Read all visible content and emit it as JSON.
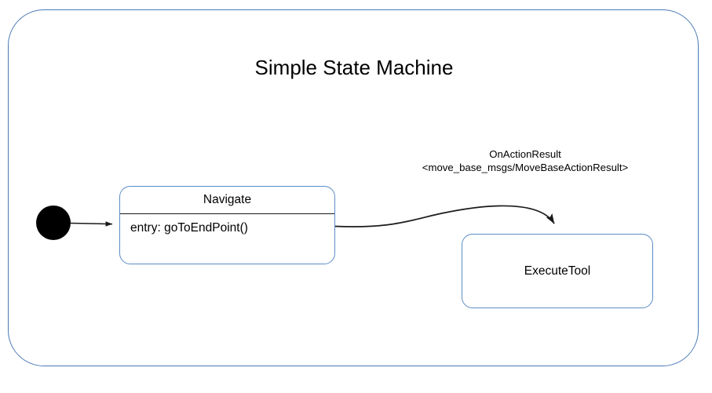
{
  "diagram": {
    "type": "uml-state-machine",
    "title": "Simple State Machine",
    "container_border_color": "#4a7ab5",
    "state_border_color": "#5b8cc6",
    "text_color": "#000000",
    "background_color": "#ffffff",
    "initial_node": {
      "name": "initial-state",
      "fill_color": "#000000"
    },
    "states": [
      {
        "id": "navigate",
        "name": "Navigate",
        "compartments": {
          "has_divider": true,
          "body": "entry: goToEndPoint()"
        }
      },
      {
        "id": "executetool",
        "name": "ExecuteTool",
        "compartments": {
          "has_divider": false,
          "body": ""
        }
      }
    ],
    "transitions": [
      {
        "id": "start-to-navigate",
        "from": "initial-state",
        "to": "navigate",
        "label_lines": []
      },
      {
        "id": "navigate-to-executetool",
        "from": "navigate",
        "to": "executetool",
        "label_lines": [
          "OnActionResult",
          "<move_base_msgs/MoveBaseActionResult>"
        ]
      }
    ]
  }
}
